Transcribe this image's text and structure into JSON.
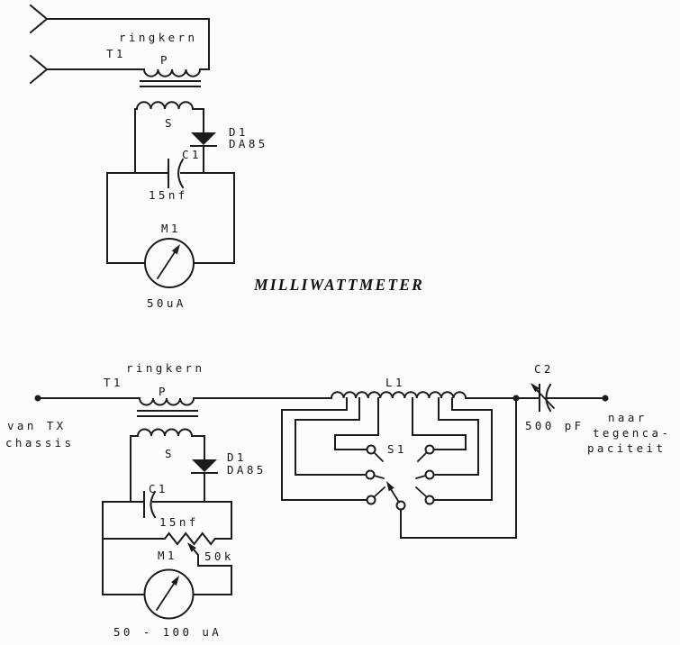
{
  "page": {
    "background": "#fcfcfa",
    "ink": "#1b1b1b"
  },
  "title": {
    "text": "MILLIWATTMETER"
  },
  "top_circuit": {
    "transformer": {
      "ref": "T1",
      "core_label": "ringkern",
      "primary": "P",
      "secondary": "S"
    },
    "diode": {
      "ref": "D1",
      "part": "DA85"
    },
    "capacitor": {
      "ref": "C1",
      "value": "15nf"
    },
    "meter": {
      "ref": "M1",
      "range": "50uA"
    }
  },
  "bottom_circuit": {
    "input": {
      "line1": "van TX",
      "line2": "chassis"
    },
    "transformer": {
      "ref": "T1",
      "core_label": "ringkern",
      "primary": "P",
      "secondary": "S"
    },
    "diode": {
      "ref": "D1",
      "part": "DA85"
    },
    "capacitor": {
      "ref": "C1",
      "value": "15nf"
    },
    "potentiometer": {
      "value": "50k"
    },
    "meter": {
      "ref": "M1",
      "range": "50 - 100 uA"
    },
    "inductor": {
      "ref": "L1"
    },
    "selector_switch": {
      "ref": "S1",
      "positions": 6
    },
    "variable_capacitor": {
      "ref": "C2",
      "value": "500 pF"
    },
    "output": {
      "line1": "naar",
      "line2": "tegenca-",
      "line3": "paciteit"
    }
  }
}
